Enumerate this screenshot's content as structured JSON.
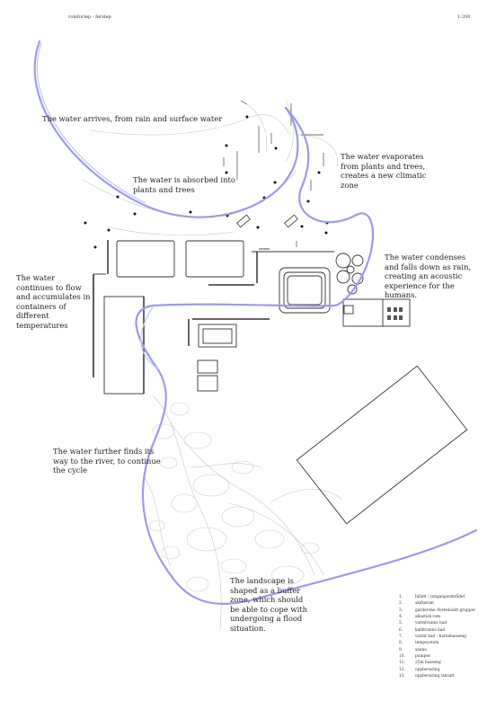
{
  "header": {
    "title": "romforløp - førsløp",
    "scale": "1:200"
  },
  "annotations": {
    "arrives": "The water arrives, from rain and surface water",
    "absorbed": "The water is absorbed into plants and trees",
    "evaporates": "The water evaporates from plants and trees, creates a new climatic zone",
    "continues": "The water continues to flow and accumulates in containers of different temperatures",
    "condenses": "The water condenses and falls down as rain, creating an acoustic experience for the humans.",
    "river": "The water further finds its way to the river, to continue the cycle",
    "landscape": "The landscape is shaped as a buffer zone, which should be able to cope with undergoing a flood situation."
  },
  "legend": [
    {
      "num": "1.",
      "label": "billett / inngangsområdet"
    },
    {
      "num": "2.",
      "label": "skifterom"
    },
    {
      "num": "3.",
      "label": "garderobe /forbeholdt grupper"
    },
    {
      "num": "4.",
      "label": "akustisk rom"
    },
    {
      "num": "5.",
      "label": "varmtvanns bad"
    },
    {
      "num": "6.",
      "label": "kaldtvanns bad"
    },
    {
      "num": "7.",
      "label": "varmt bad - barnebasseng"
    },
    {
      "num": "8.",
      "label": "tempsystem"
    },
    {
      "num": "9.",
      "label": "sauna"
    },
    {
      "num": "10.",
      "label": "pumper"
    },
    {
      "num": "11.",
      "label": "25m basseng"
    },
    {
      "num": "12.",
      "label": "oppbevaring"
    },
    {
      "num": "13.",
      "label": "oppbevaring /ansatt"
    }
  ],
  "colors": {
    "water_path": "#8f8fe8",
    "linework": "#333333",
    "faint": "#bbbbbb"
  }
}
